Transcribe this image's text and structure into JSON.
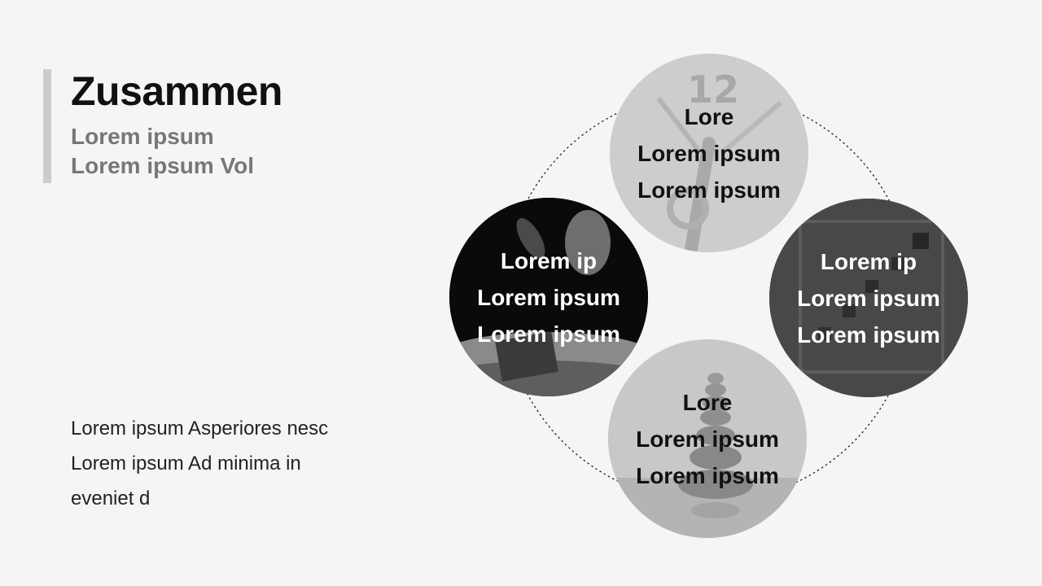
{
  "slide": {
    "title": "Zusammen",
    "subtitle": [
      "Lorem ipsum",
      "Lorem ipsum Vol"
    ],
    "body": [
      "Lorem ipsum Asperiores nesc",
      "Lorem ipsum Ad minima in",
      "eveniet d"
    ]
  },
  "circles": {
    "top": {
      "lines": [
        "Lore",
        "Lorem ipsum",
        "Lorem ipsum"
      ],
      "image": "clock-photo"
    },
    "left": {
      "lines": [
        "Lorem ip",
        "Lorem ipsum",
        "Lorem ipsum"
      ],
      "image": "coins-photo"
    },
    "right": {
      "lines": [
        "Lorem ip",
        "Lorem ipsum",
        "Lorem ipsum"
      ],
      "image": "growth-chart-photo"
    },
    "bottom": {
      "lines": [
        "Lore",
        "Lorem ipsum",
        "Lorem ipsum"
      ],
      "image": "stacked-stones-photo"
    }
  },
  "colors": {
    "background": "#f5f5f5",
    "accent_bar": "#cccccc",
    "title": "#111111",
    "subtitle": "#777777"
  }
}
